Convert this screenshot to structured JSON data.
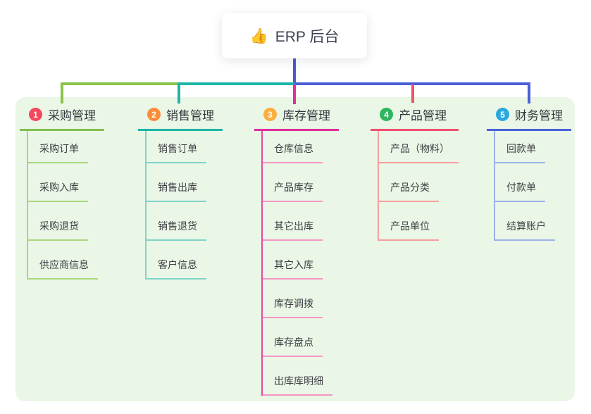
{
  "root": {
    "icon": "👍",
    "label": "ERP 后台"
  },
  "panel": {
    "bg": "#eaf6e6"
  },
  "connectors": {
    "trunk": "#4a58d2",
    "green": "#8bc34a",
    "teal": "#1db5a8",
    "magenta": "#de2f9b",
    "red": "#f4516b",
    "blue": "#4a5fd6"
  },
  "branches": [
    {
      "badge": "1",
      "label": "采购管理",
      "colors": {
        "line": "#82c14d",
        "light": "#a9d87d",
        "tree": "#a9d87d",
        "badge": "#f5485d"
      },
      "children": [
        {
          "label": "采购订单"
        },
        {
          "label": "采购入库"
        },
        {
          "label": "采购退货"
        },
        {
          "label": "供应商信息"
        }
      ]
    },
    {
      "badge": "2",
      "label": "销售管理",
      "colors": {
        "line": "#1db5a8",
        "light": "#7fd4c9",
        "tree": "#7fd4c9",
        "badge": "#fb8c3a"
      },
      "children": [
        {
          "label": "销售订单"
        },
        {
          "label": "销售出库"
        },
        {
          "label": "销售退货"
        },
        {
          "label": "客户信息"
        }
      ]
    },
    {
      "badge": "3",
      "label": "库存管理",
      "colors": {
        "line": "#de2f9b",
        "light": "#f597c5",
        "tree": "#e8489f",
        "badge": "#fbaf3f"
      },
      "children": [
        {
          "label": "仓库信息"
        },
        {
          "label": "产品库存"
        },
        {
          "label": "其它出库"
        },
        {
          "label": "其它入库"
        },
        {
          "label": "库存调拨"
        },
        {
          "label": "库存盘点"
        },
        {
          "label": "出库库明细"
        }
      ]
    },
    {
      "badge": "4",
      "label": "产品管理",
      "colors": {
        "line": "#f0506e",
        "light": "#f89e9e",
        "tree": "#f89e9e",
        "badge": "#2fb560"
      },
      "children": [
        {
          "label": "产品（物料）"
        },
        {
          "label": "产品分类"
        },
        {
          "label": "产品单位"
        }
      ]
    },
    {
      "badge": "5",
      "label": "财务管理",
      "colors": {
        "line": "#4a62d8",
        "light": "#9cb1e9",
        "tree": "#9cb1e9",
        "badge": "#29a8e0"
      },
      "children": [
        {
          "label": "回款单"
        },
        {
          "label": "付款单"
        },
        {
          "label": "结算账户"
        }
      ]
    }
  ]
}
